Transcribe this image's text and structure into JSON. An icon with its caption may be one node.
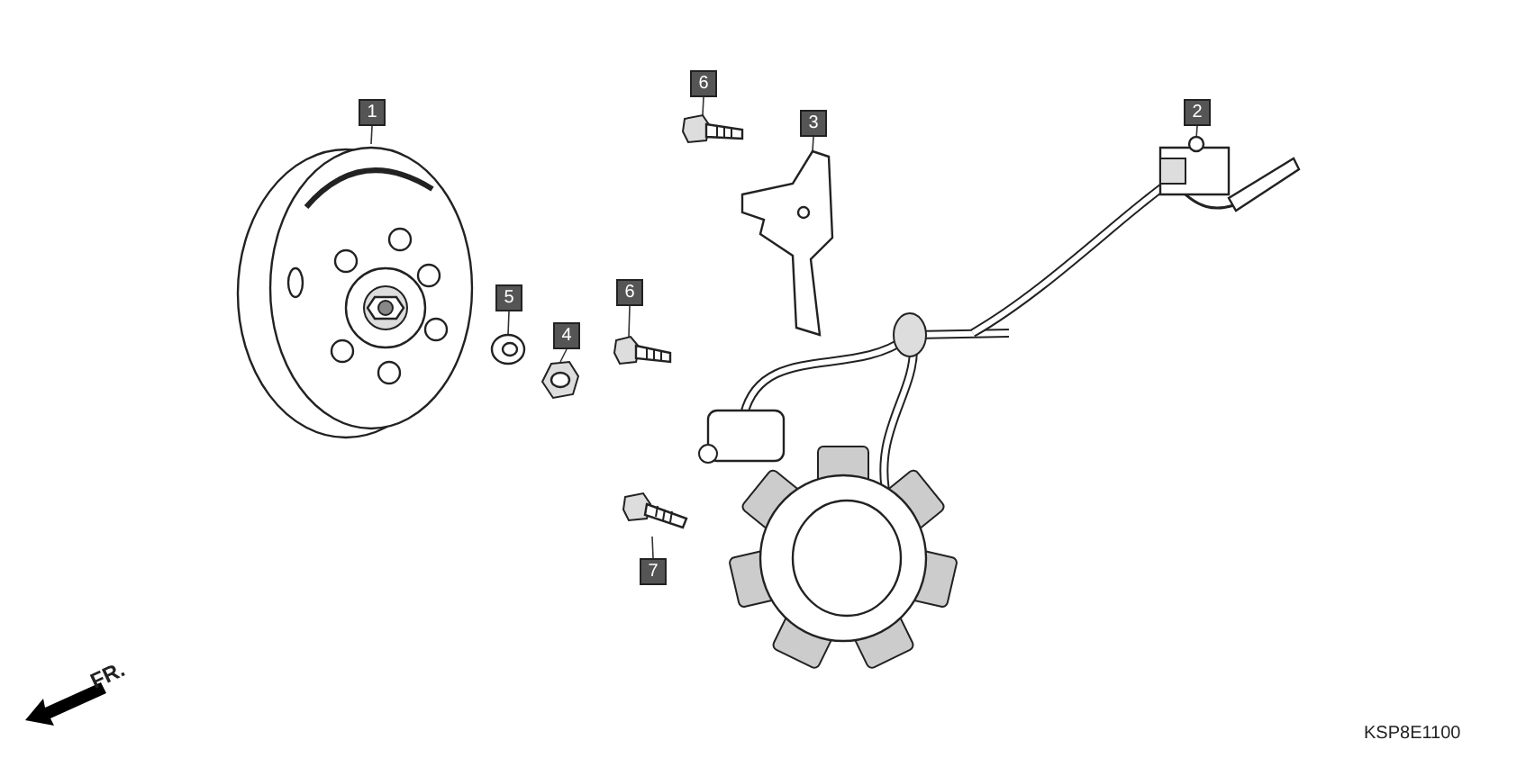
{
  "diagram": {
    "nodes": [
      {
        "text": [
          "6"
        ]
      },
      {
        "text": [
          "1"
        ]
      },
      {
        "text": [
          "2"
        ]
      },
      {
        "text": [
          "3"
        ]
      },
      {
        "text": [
          "6"
        ]
      },
      {
        "text": [
          "5"
        ]
      },
      {
        "text": [
          "4"
        ]
      },
      {
        "text": [
          "7"
        ]
      },
      {
        "text": [],
        "shape": "picture"
      },
      {
        "text": [],
        "shape": "picture"
      },
      {
        "text": [],
        "shape": "picture"
      },
      {
        "text": [],
        "shape": "picture"
      },
      {
        "text": [],
        "shape": "picture"
      },
      {
        "text": [],
        "shape": "picture"
      },
      {
        "text": [],
        "shape": "picture"
      },
      {
        "text": [],
        "shape": "picture"
      }
    ],
    "edges": [
      {
        "from": 0,
        "to": 11,
        "arrow": "none"
      },
      {
        "from": 1,
        "to": 8,
        "arrow": "none"
      },
      {
        "from": 2,
        "to": 9,
        "arrow": "none"
      },
      {
        "from": 3,
        "to": 10,
        "arrow": "none"
      },
      {
        "from": 4,
        "to": 12,
        "arrow": "none"
      },
      {
        "from": 5,
        "to": 13,
        "arrow": "none"
      },
      {
        "from": 6,
        "to": 14,
        "arrow": "none"
      },
      {
        "from": 7,
        "to": 15,
        "arrow": "none"
      }
    ],
    "labels": [
      "FR.",
      "KSP8E1100"
    ]
  }
}
